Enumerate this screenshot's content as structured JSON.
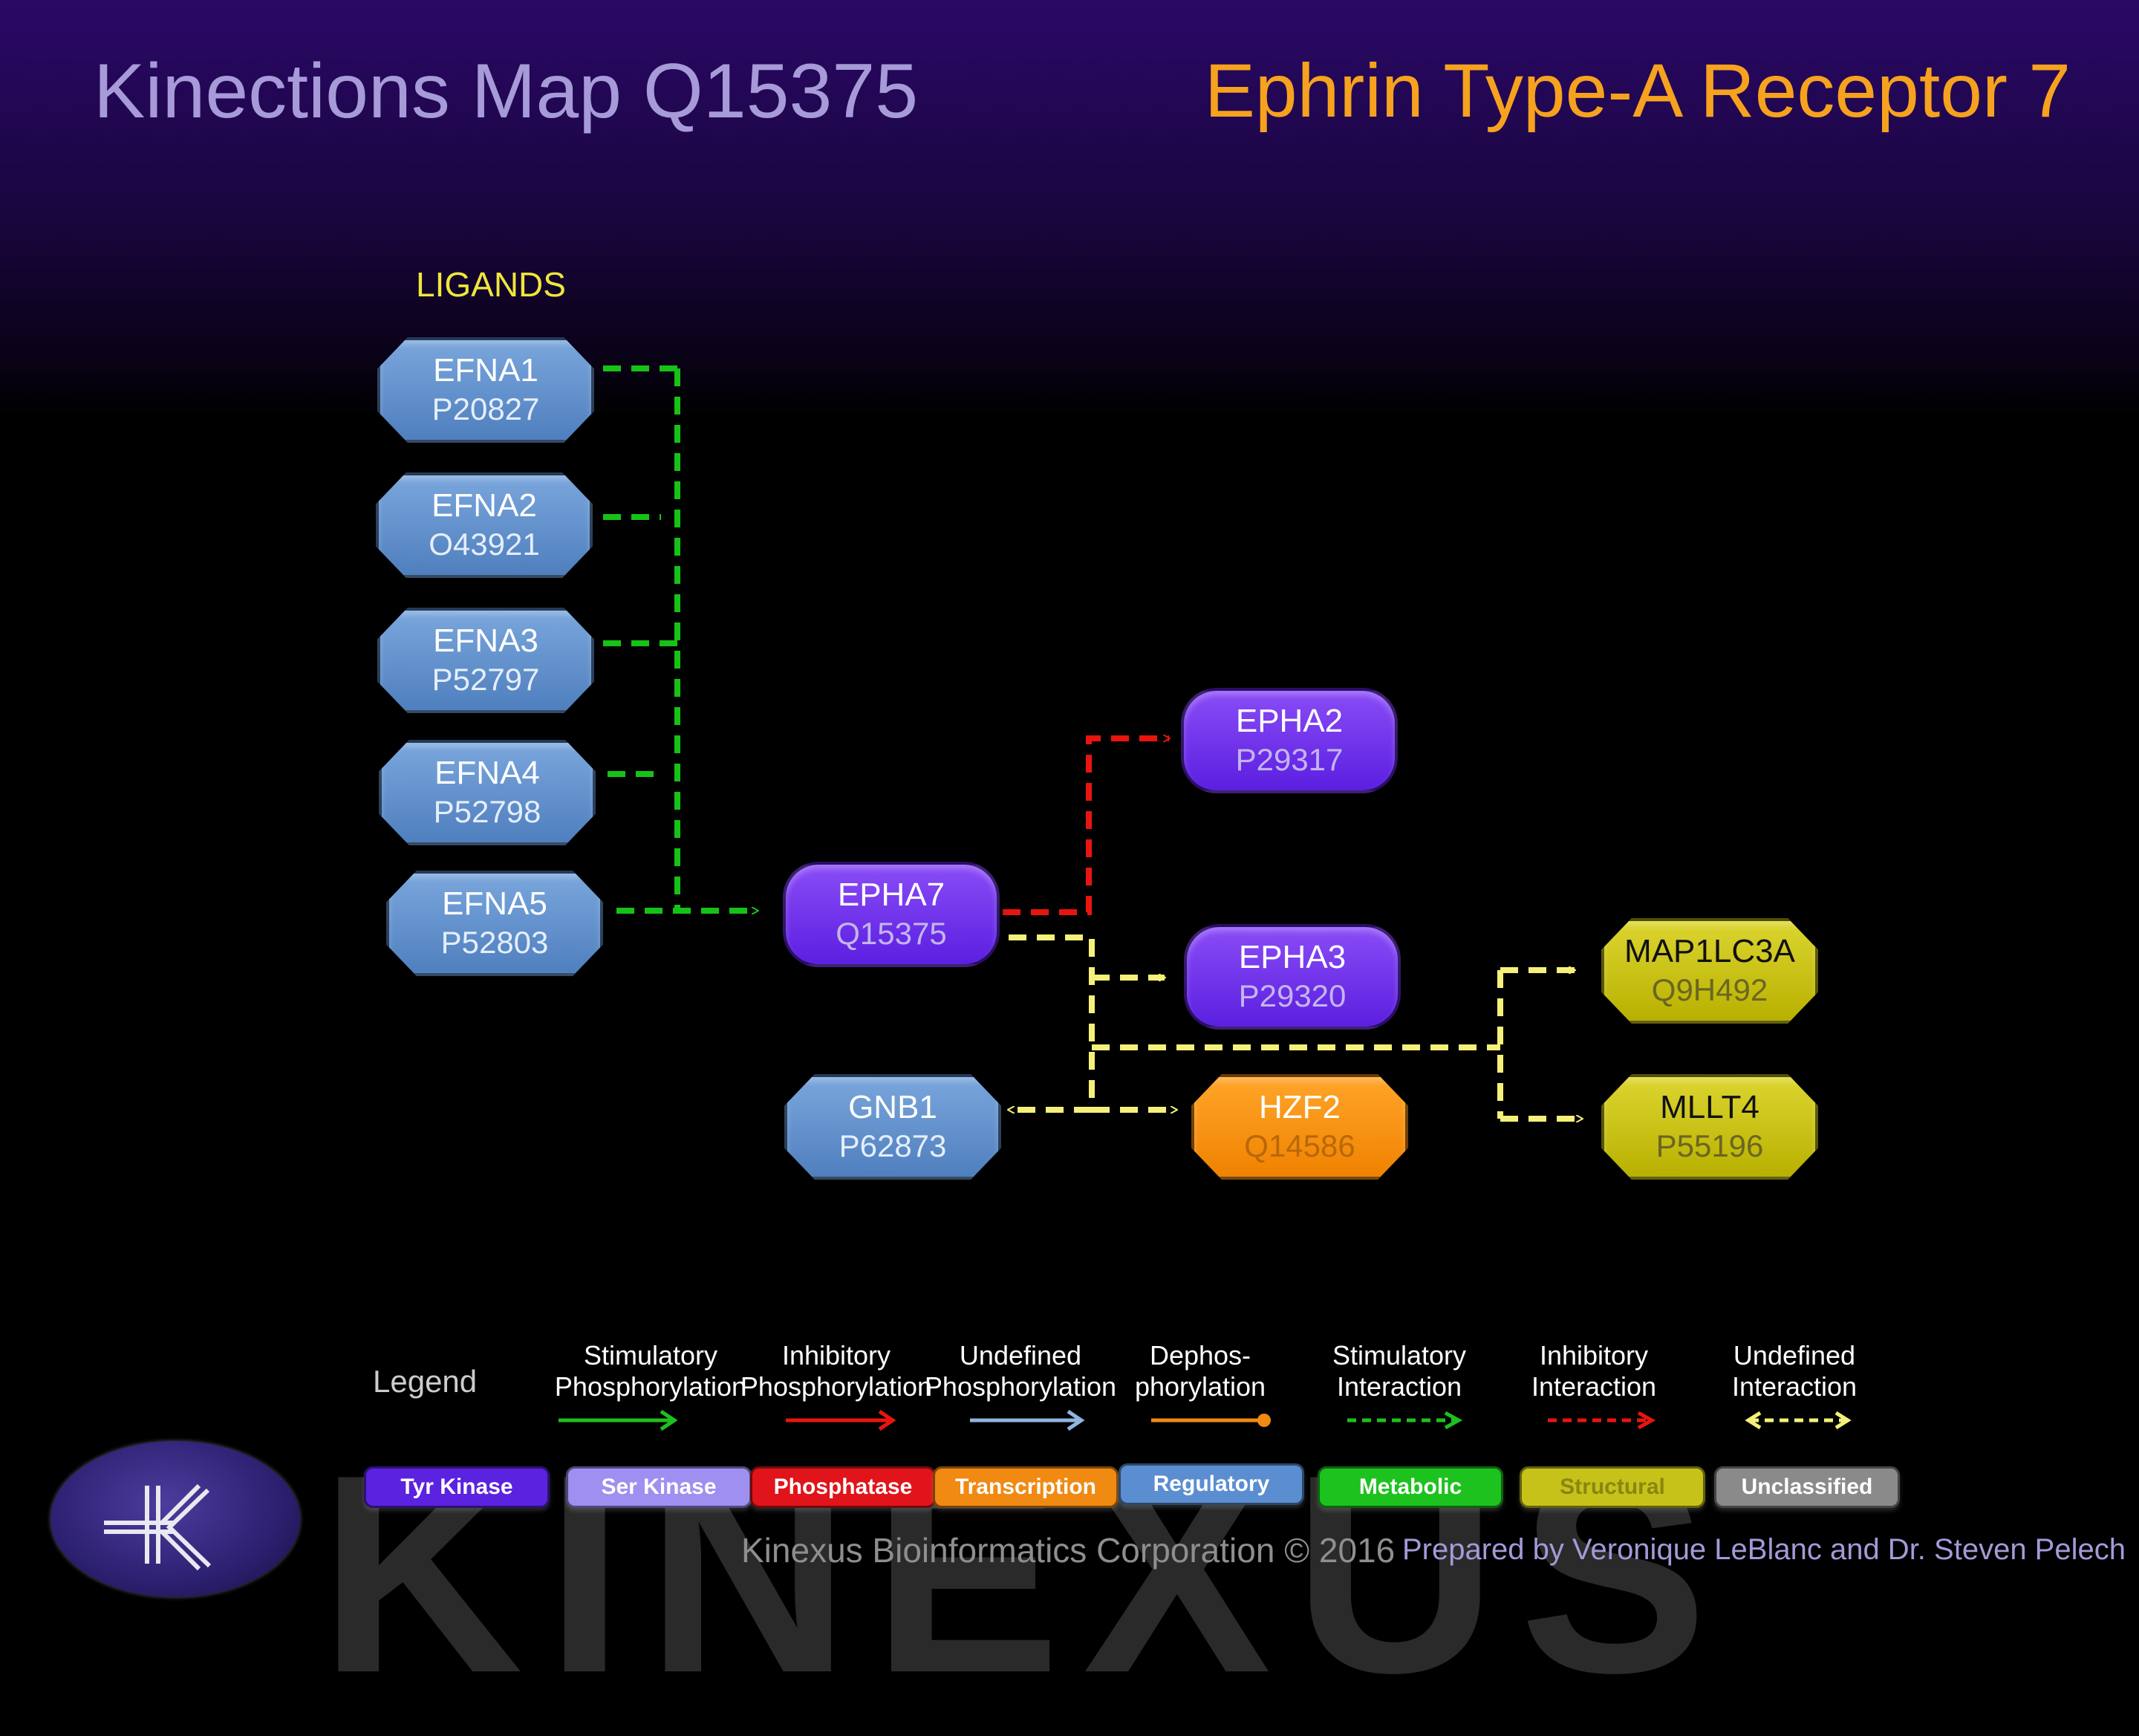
{
  "header": {
    "title": "Kinections Map Q15375",
    "subtitle": "Ephrin Type-A Receptor 7"
  },
  "ligands_label": "LIGANDS",
  "nodes": {
    "efna1": {
      "name": "EFNA1",
      "acc": "P20827",
      "type": "Regulatory"
    },
    "efna2": {
      "name": "EFNA2",
      "acc": "O43921",
      "type": "Regulatory"
    },
    "efna3": {
      "name": "EFNA3",
      "acc": "P52797",
      "type": "Regulatory"
    },
    "efna4": {
      "name": "EFNA4",
      "acc": "P52798",
      "type": "Regulatory"
    },
    "efna5": {
      "name": "EFNA5",
      "acc": "P52803",
      "type": "Regulatory"
    },
    "epha7": {
      "name": "EPHA7",
      "acc": "Q15375",
      "type": "Tyr Kinase"
    },
    "epha2": {
      "name": "EPHA2",
      "acc": "P29317",
      "type": "Tyr Kinase"
    },
    "epha3": {
      "name": "EPHA3",
      "acc": "P29320",
      "type": "Tyr Kinase"
    },
    "gnb1": {
      "name": "GNB1",
      "acc": "P62873",
      "type": "Regulatory"
    },
    "hzf2": {
      "name": "HZF2",
      "acc": "Q14586",
      "type": "Transcription"
    },
    "map1lc3a": {
      "name": "MAP1LC3A",
      "acc": "Q9H492",
      "type": "Structural"
    },
    "mllt4": {
      "name": "MLLT4",
      "acc": "P55196",
      "type": "Structural"
    }
  },
  "edges": [
    {
      "from": "EFNA1",
      "to": "EPHA7",
      "kind": "Stimulatory Interaction"
    },
    {
      "from": "EFNA2",
      "to": "EPHA7",
      "kind": "Stimulatory Interaction"
    },
    {
      "from": "EFNA3",
      "to": "EPHA7",
      "kind": "Stimulatory Interaction"
    },
    {
      "from": "EFNA4",
      "to": "EPHA7",
      "kind": "Stimulatory Interaction"
    },
    {
      "from": "EFNA5",
      "to": "EPHA7",
      "kind": "Stimulatory Interaction"
    },
    {
      "from": "EPHA7",
      "to": "EPHA2",
      "kind": "Inhibitory Interaction"
    },
    {
      "from": "EPHA7",
      "to": "EPHA3",
      "kind": "Undefined Interaction"
    },
    {
      "from": "EPHA7",
      "to": "GNB1",
      "kind": "Undefined Interaction"
    },
    {
      "from": "EPHA7",
      "to": "HZF2",
      "kind": "Undefined Interaction"
    },
    {
      "from": "EPHA7",
      "to": "MAP1LC3A",
      "kind": "Undefined Interaction"
    },
    {
      "from": "EPHA7",
      "to": "MLLT4",
      "kind": "Undefined Interaction"
    }
  ],
  "legend": {
    "title": "Legend",
    "arrows": [
      {
        "line1": "Stimulatory",
        "line2": "Phosphorylation",
        "color": "#1fbf1f",
        "style": "solid-arrow"
      },
      {
        "line1": "Inhibitory",
        "line2": "Phosphorylation",
        "color": "#e8150f",
        "style": "solid-arrow"
      },
      {
        "line1": "Undefined",
        "line2": "Phosphorylation",
        "color": "#8fb4e0",
        "style": "solid-arrow"
      },
      {
        "line1": "Dephos-",
        "line2": "phorylation",
        "color": "#f08a12",
        "style": "solid-dot"
      },
      {
        "line1": "Stimulatory",
        "line2": "Interaction",
        "color": "#1fbf1f",
        "style": "dashed-arrow"
      },
      {
        "line1": "Inhibitory",
        "line2": "Interaction",
        "color": "#e8150f",
        "style": "dashed-arrow"
      },
      {
        "line1": "Undefined",
        "line2": "Interaction",
        "color": "#f5f07a",
        "style": "dashed-double"
      }
    ],
    "types": [
      {
        "label": "Tyr Kinase",
        "color": "#5b22e0"
      },
      {
        "label": "Ser Kinase",
        "color": "#9e8ff0"
      },
      {
        "label": "Phosphatase",
        "color": "#e0141a"
      },
      {
        "label": "Transcription",
        "color": "#f08a12"
      },
      {
        "label": "Regulatory",
        "color": "#5b8ed0"
      },
      {
        "label": "Metabolic",
        "color": "#1ec21e"
      },
      {
        "label": "Structural",
        "color": "#c6c21a"
      },
      {
        "label": "Unclassified",
        "color": "#8a8a8a"
      }
    ]
  },
  "watermark": "KINEXUS",
  "footer": {
    "copyright": "Kinexus Bioinformatics Corporation © 2016",
    "credit": "Prepared by Veronique LeBlanc and Dr. Steven Pelech"
  }
}
